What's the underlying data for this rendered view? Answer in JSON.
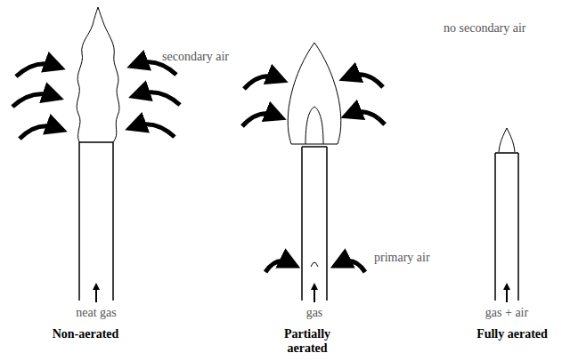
{
  "diagram": {
    "labels": [
      "secondary air",
      "no secondary air",
      "primary air",
      "neat gas",
      "gas",
      "gas + air",
      "Non-aerated",
      "Partially aerated",
      "Fully aerated"
    ]
  }
}
